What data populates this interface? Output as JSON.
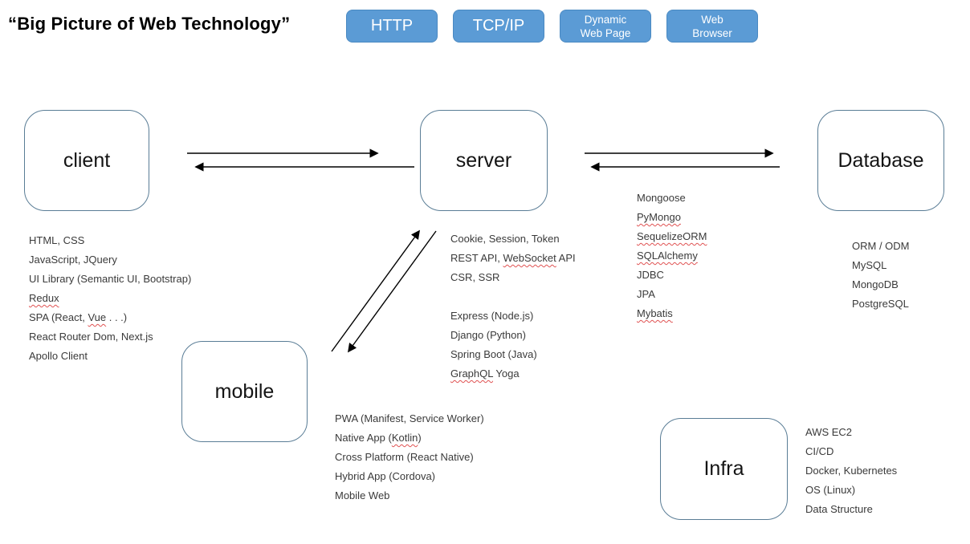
{
  "title": "“Big Picture of Web Technology”",
  "colors": {
    "tag_fill": "#5b9bd5",
    "tag_border": "#4a89c2",
    "tag_text": "#ffffff",
    "node_border": "#5a7d96",
    "squiggle": "#e05252",
    "arrow": "#000000"
  },
  "top_buttons": [
    {
      "label": "HTTP"
    },
    {
      "label": "TCP/IP"
    },
    {
      "label": "Dynamic\nWeb Page"
    },
    {
      "label": "Web\nBrowser"
    }
  ],
  "nodes": {
    "client": {
      "label": "client"
    },
    "server": {
      "label": "server"
    },
    "database": {
      "label": "Database"
    },
    "mobile": {
      "label": "mobile"
    },
    "infra": {
      "label": "Infra"
    }
  },
  "stacks": {
    "client": {
      "items": [
        "HTML, CSS",
        "JavaScript, JQuery",
        "UI Library (Semantic UI, Bootstrap)",
        "Redux",
        "SPA (React, Vue . . .)",
        "React Router Dom, Next.js",
        "Apollo Client"
      ]
    },
    "server": {
      "items": [
        "Cookie, Session, Token",
        "REST API, WebSocket API",
        "CSR, SSR",
        "",
        "Express (Node.js)",
        "Django (Python)",
        "Spring Boot (Java)",
        "GraphQL Yoga"
      ]
    },
    "orm": {
      "items": [
        "Mongoose",
        "PyMongo",
        "SequelizeORM",
        "SQLAlchemy",
        "JDBC",
        "JPA",
        "Mybatis"
      ]
    },
    "database": {
      "items": [
        "ORM / ODM",
        "MySQL",
        "MongoDB",
        "PostgreSQL"
      ]
    },
    "mobile": {
      "items": [
        "PWA (Manifest, Service Worker)",
        "Native App (Kotlin)",
        "Cross Platform (React Native)",
        "Hybrid App (Cordova)",
        "Mobile Web"
      ]
    },
    "infra": {
      "items": [
        "AWS EC2",
        "CI/CD",
        "Docker, Kubernetes",
        "OS (Linux)",
        "Data Structure"
      ]
    }
  },
  "misspelled_words": [
    "Redux",
    "Vue",
    "WebSocket",
    "GraphQL",
    "PyMongo",
    "SequelizeORM",
    "SQLAlchemy",
    "Mybatis",
    "Kotlin"
  ],
  "connections": [
    {
      "from": "client",
      "to": "server",
      "bidirectional": true
    },
    {
      "from": "server",
      "to": "database",
      "bidirectional": true
    },
    {
      "from": "mobile",
      "to": "server",
      "bidirectional": true
    }
  ]
}
